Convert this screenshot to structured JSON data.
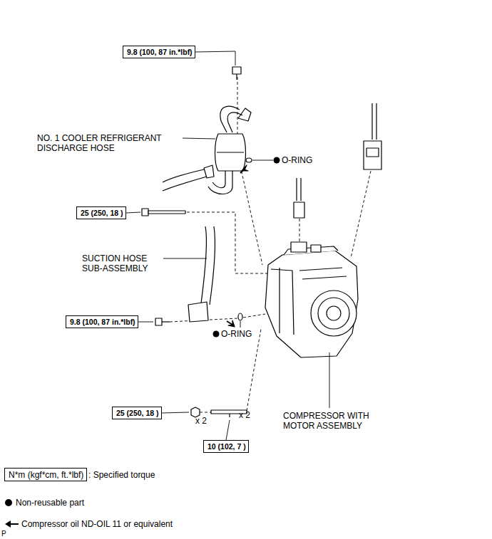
{
  "diagram": {
    "nodes": [
      {
        "text": [
          "9.8 (100, 87 in.*lbf)"
        ]
      },
      {
        "text": [
          "25 (250, 18 )"
        ]
      },
      {
        "text": [
          "9.8 (100, 87 in.*lbf)"
        ]
      },
      {
        "text": [
          "25 (250, 18 )"
        ]
      },
      {
        "text": [
          "10 (102, 7 )"
        ]
      },
      {
        "text": [
          "N*m (kgf*cm, ft.*lbf)"
        ]
      }
    ],
    "labels": [
      "NO. 1 COOLER REFRIGERANT DISCHARGE HOSE",
      "O-RING",
      "SUCTION HOSE SUB-ASSEMBLY",
      "O-RING",
      "x 2",
      "x 2",
      "COMPRESSOR WITH MOTOR ASSEMBLY",
      "P"
    ],
    "legend": [
      {
        "text": ": Specified torque"
      },
      {
        "text": "Non-reusable part"
      },
      {
        "text": "Compressor oil ND-OIL 11 or equivalent"
      }
    ]
  }
}
